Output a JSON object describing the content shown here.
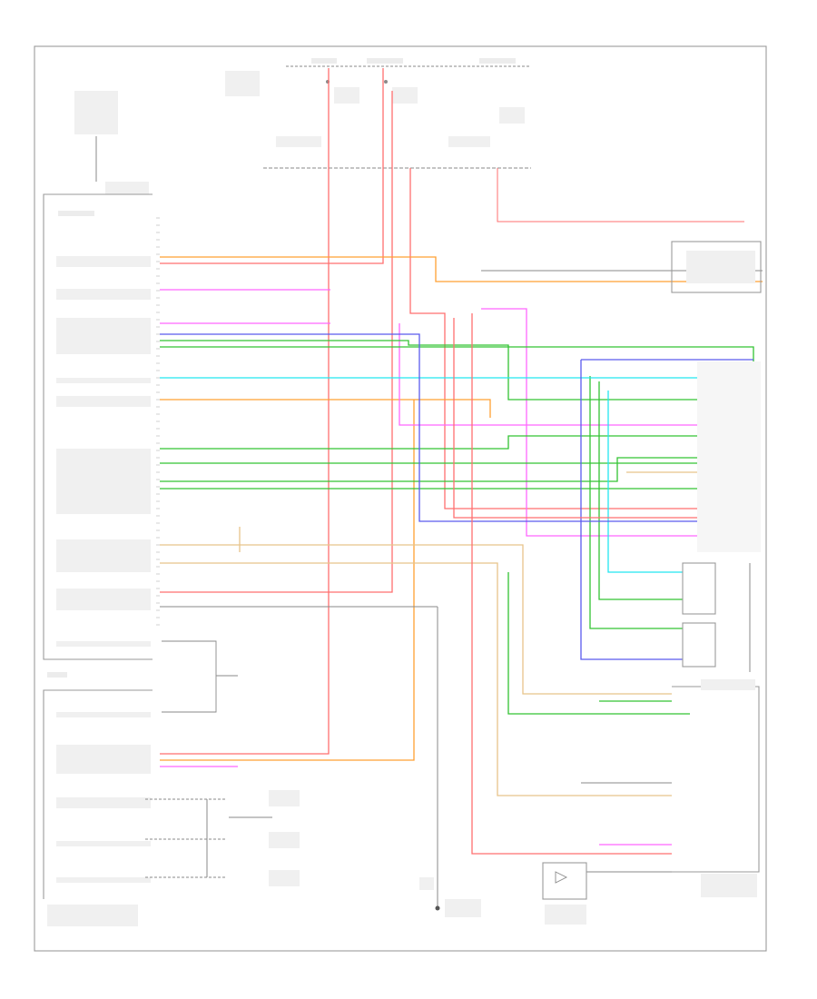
{
  "diagram": {
    "footer": "",
    "colors": {
      "red": "#ff6f6f",
      "orange": "#ffa033",
      "pink": "#ff66ff",
      "green": "#33c433",
      "cyan": "#22e6f0",
      "blue": "#5a5aee",
      "yellow": "#e8c48a",
      "grey": "#8a8a8a",
      "frame": "#9a9a9a"
    },
    "components": [
      {
        "id": "radio",
        "label": ""
      },
      {
        "id": "antenna",
        "label": ""
      },
      {
        "id": "amplifier",
        "label": ""
      },
      {
        "id": "speaker-module",
        "label": ""
      },
      {
        "id": "fuse-block",
        "label": ""
      },
      {
        "id": "steering-controls",
        "label": ""
      },
      {
        "id": "ground",
        "label": ""
      }
    ],
    "radio_pins_left": [
      "",
      "",
      "",
      "",
      "",
      "",
      "",
      "",
      "",
      "",
      "",
      "",
      "",
      "",
      "",
      ""
    ]
  }
}
